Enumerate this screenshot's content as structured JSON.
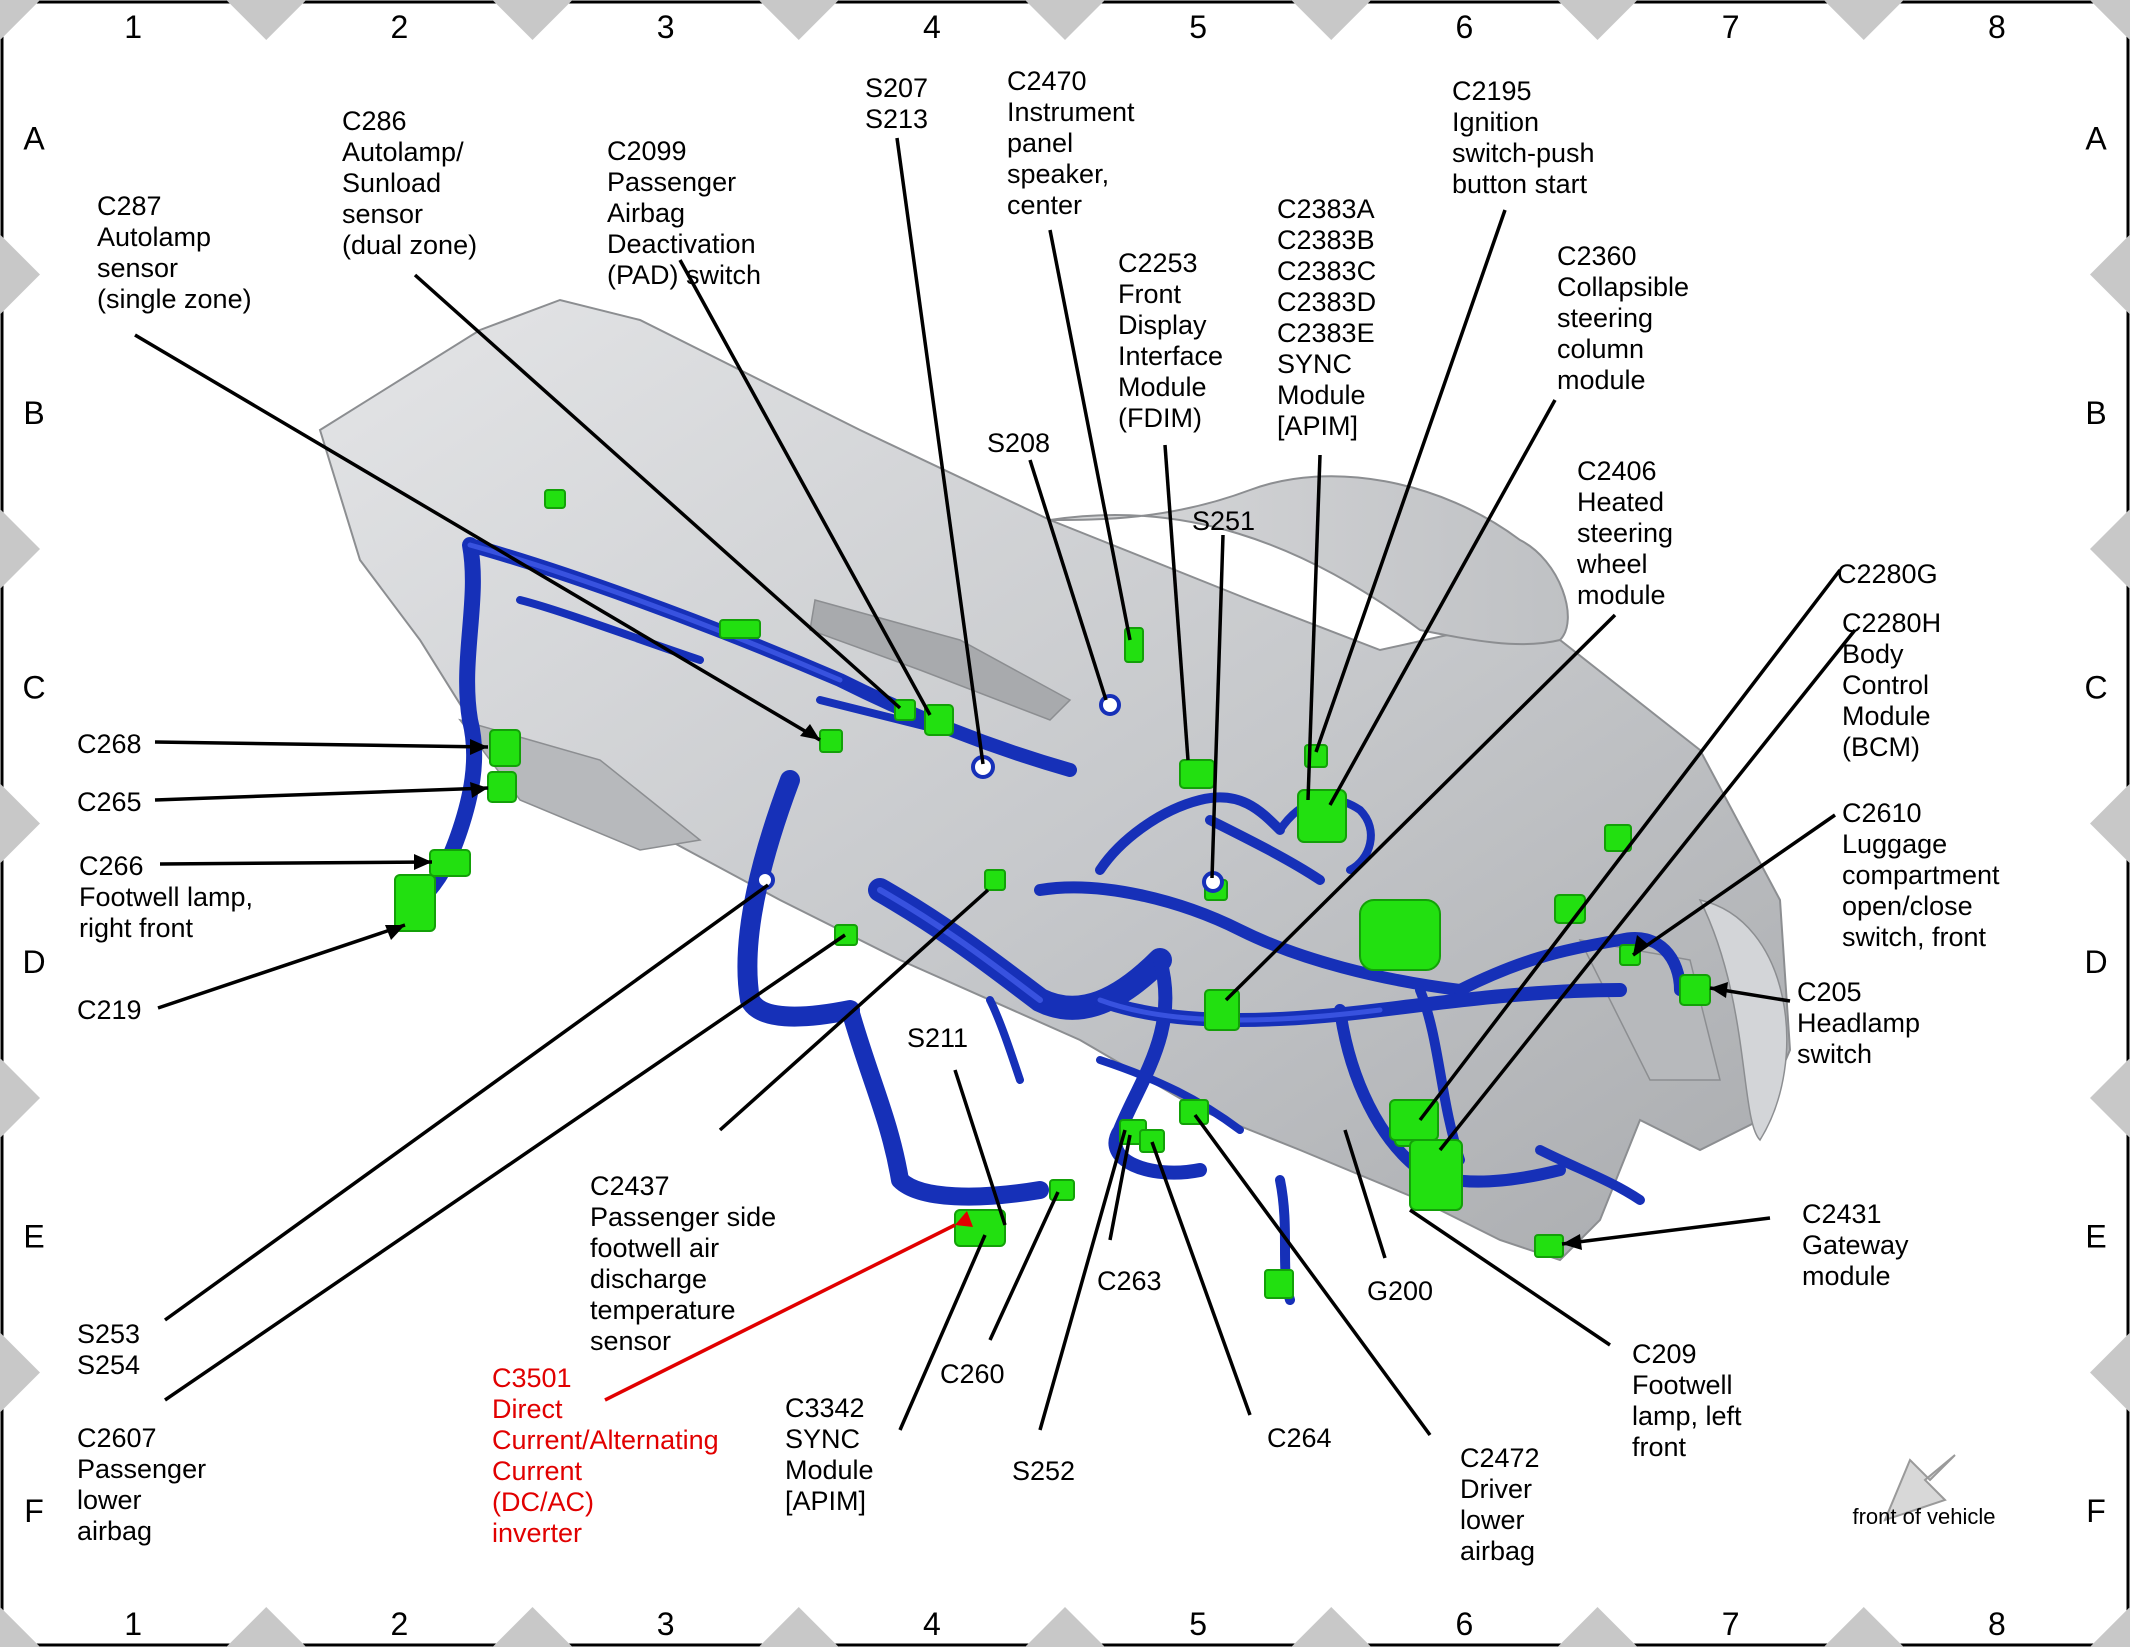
{
  "frame": {
    "columns": [
      "1",
      "2",
      "3",
      "4",
      "5",
      "6",
      "7",
      "8"
    ],
    "rows": [
      "A",
      "B",
      "C",
      "D",
      "E",
      "F"
    ]
  },
  "callouts": [
    {
      "id": "c287",
      "lines": [
        "C287",
        "Autolamp",
        "sensor",
        "(single zone)"
      ]
    },
    {
      "id": "c286",
      "lines": [
        "C286",
        "Autolamp/",
        "Sunload",
        "sensor",
        "(dual zone)"
      ]
    },
    {
      "id": "c2099",
      "lines": [
        "C2099",
        "Passenger",
        "Airbag",
        "Deactivation",
        "(PAD) switch"
      ]
    },
    {
      "id": "s207",
      "lines": [
        "S207",
        "S213"
      ]
    },
    {
      "id": "c2470",
      "lines": [
        "C2470",
        "Instrument",
        "panel",
        "speaker,",
        "center"
      ]
    },
    {
      "id": "c2253",
      "lines": [
        "C2253",
        "Front",
        "Display",
        "Interface",
        "Module",
        "(FDIM)"
      ]
    },
    {
      "id": "c2383",
      "lines": [
        "C2383A",
        "C2383B",
        "C2383C",
        "C2383D",
        "C2383E",
        "SYNC",
        "Module",
        "[APIM]"
      ]
    },
    {
      "id": "c2195",
      "lines": [
        "C2195",
        "Ignition",
        "switch-push",
        "button start"
      ]
    },
    {
      "id": "c2360",
      "lines": [
        "C2360",
        "Collapsible",
        "steering",
        "column",
        "module"
      ]
    },
    {
      "id": "s208",
      "lines": [
        "S208"
      ]
    },
    {
      "id": "s251",
      "lines": [
        "S251"
      ]
    },
    {
      "id": "c2406",
      "lines": [
        "C2406",
        "Heated",
        "steering",
        "wheel",
        "module"
      ]
    },
    {
      "id": "c2280g",
      "lines": [
        "C2280G"
      ]
    },
    {
      "id": "c2280h",
      "lines": [
        "C2280H",
        "Body",
        "Control",
        "Module",
        "(BCM)"
      ]
    },
    {
      "id": "c268",
      "lines": [
        "C268"
      ]
    },
    {
      "id": "c265",
      "lines": [
        "C265"
      ]
    },
    {
      "id": "c266",
      "lines": [
        "C266",
        "Footwell lamp,",
        "right front"
      ]
    },
    {
      "id": "c219",
      "lines": [
        "C219"
      ]
    },
    {
      "id": "c2610",
      "lines": [
        "C2610",
        "Luggage",
        "compartment",
        "open/close",
        "switch, front"
      ]
    },
    {
      "id": "c205",
      "lines": [
        "C205",
        "Headlamp",
        "switch"
      ]
    },
    {
      "id": "s211",
      "lines": [
        "S211"
      ]
    },
    {
      "id": "c2437",
      "lines": [
        "C2437",
        "Passenger side",
        "footwell air",
        "discharge",
        "temperature",
        "sensor"
      ]
    },
    {
      "id": "c2431",
      "lines": [
        "C2431",
        "Gateway",
        "module"
      ]
    },
    {
      "id": "c263",
      "lines": [
        "C263"
      ]
    },
    {
      "id": "g200",
      "lines": [
        "G200"
      ]
    },
    {
      "id": "s253",
      "lines": [
        "S253",
        "S254"
      ]
    },
    {
      "id": "c2607",
      "lines": [
        "C2607",
        "Passenger",
        "lower",
        "airbag"
      ]
    },
    {
      "id": "c3501",
      "lines": [
        "C3501",
        "Direct",
        "Current/Alternating",
        "Current",
        "(DC/AC)",
        "inverter"
      ]
    },
    {
      "id": "c3342",
      "lines": [
        "C3342",
        "SYNC",
        "Module",
        "[APIM]"
      ]
    },
    {
      "id": "c260",
      "lines": [
        "C260"
      ]
    },
    {
      "id": "s252",
      "lines": [
        "S252"
      ]
    },
    {
      "id": "c264",
      "lines": [
        "C264"
      ]
    },
    {
      "id": "c2472",
      "lines": [
        "C2472",
        "Driver",
        "lower",
        "airbag"
      ]
    },
    {
      "id": "c209",
      "lines": [
        "C209",
        "Footwell",
        "lamp, left",
        "front"
      ]
    }
  ],
  "legend": {
    "front_label": "front of vehicle",
    "arrow_icon": "front-of-vehicle-arrow-icon"
  },
  "colors": {
    "harness": "#1630b8",
    "connector": "#22e010",
    "highlight_callout": "#e10000",
    "panel": "#c9cbce"
  }
}
